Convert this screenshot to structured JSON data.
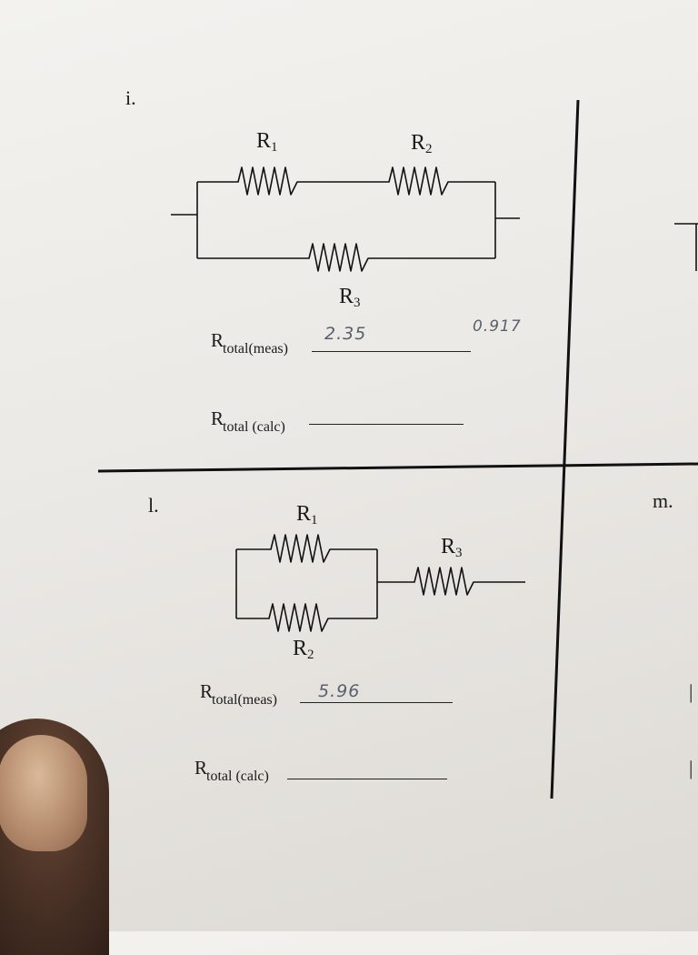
{
  "problem_i": {
    "label": "i.",
    "r1": "R",
    "r1_sub": "1",
    "r2": "R",
    "r2_sub": "2",
    "r3": "R",
    "r3_sub": "3",
    "meas_main": "R",
    "meas_sub": "total(meas)",
    "meas_value": "2.35",
    "side_value": "0.917",
    "calc_main": "R",
    "calc_sub": "total (calc)"
  },
  "problem_l": {
    "label": "l.",
    "r1": "R",
    "r1_sub": "1",
    "r2": "R",
    "r2_sub": "2",
    "r3": "R",
    "r3_sub": "3",
    "meas_main": "R",
    "meas_sub": "total(meas)",
    "meas_value": "5.96",
    "calc_main": "R",
    "calc_sub": "total (calc)"
  },
  "problem_m": {
    "label": "m."
  }
}
